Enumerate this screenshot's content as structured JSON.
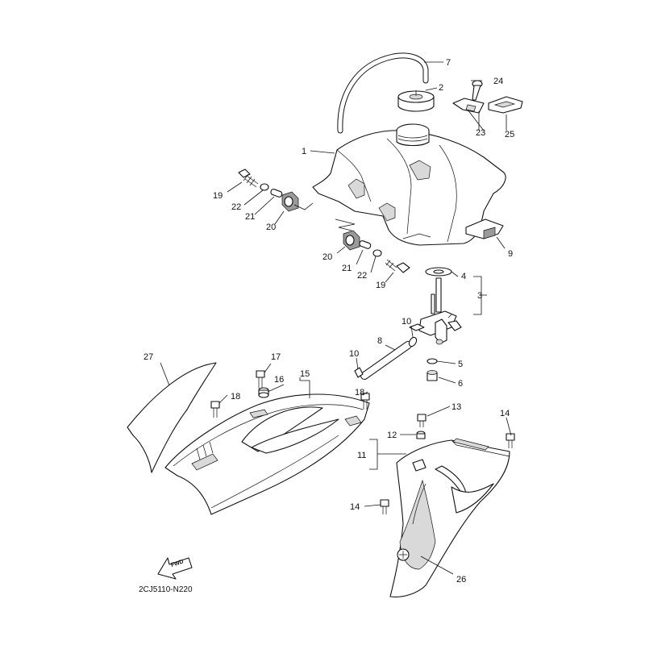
{
  "diagram": {
    "code": "2CJ5110-N220",
    "fwd_label": "FWD",
    "callouts": [
      {
        "id": "c1",
        "text": "1"
      },
      {
        "id": "c2",
        "text": "2"
      },
      {
        "id": "c3",
        "text": "3"
      },
      {
        "id": "c4",
        "text": "4"
      },
      {
        "id": "c5",
        "text": "5"
      },
      {
        "id": "c6",
        "text": "6"
      },
      {
        "id": "c7",
        "text": "7"
      },
      {
        "id": "c8",
        "text": "8"
      },
      {
        "id": "c9",
        "text": "9"
      },
      {
        "id": "c10a",
        "text": "10"
      },
      {
        "id": "c10b",
        "text": "10"
      },
      {
        "id": "c11",
        "text": "11"
      },
      {
        "id": "c12",
        "text": "12"
      },
      {
        "id": "c13",
        "text": "13"
      },
      {
        "id": "c14a",
        "text": "14"
      },
      {
        "id": "c14b",
        "text": "14"
      },
      {
        "id": "c15",
        "text": "15"
      },
      {
        "id": "c16",
        "text": "16"
      },
      {
        "id": "c17",
        "text": "17"
      },
      {
        "id": "c18a",
        "text": "18"
      },
      {
        "id": "c18b",
        "text": "18"
      },
      {
        "id": "c19a",
        "text": "19"
      },
      {
        "id": "c19b",
        "text": "19"
      },
      {
        "id": "c20a",
        "text": "20"
      },
      {
        "id": "c20b",
        "text": "20"
      },
      {
        "id": "c21a",
        "text": "21"
      },
      {
        "id": "c21b",
        "text": "21"
      },
      {
        "id": "c22a",
        "text": "22"
      },
      {
        "id": "c22b",
        "text": "22"
      },
      {
        "id": "c23",
        "text": "23"
      },
      {
        "id": "c24",
        "text": "24"
      },
      {
        "id": "c25",
        "text": "25"
      },
      {
        "id": "c26",
        "text": "26"
      },
      {
        "id": "c27",
        "text": "27"
      }
    ]
  }
}
